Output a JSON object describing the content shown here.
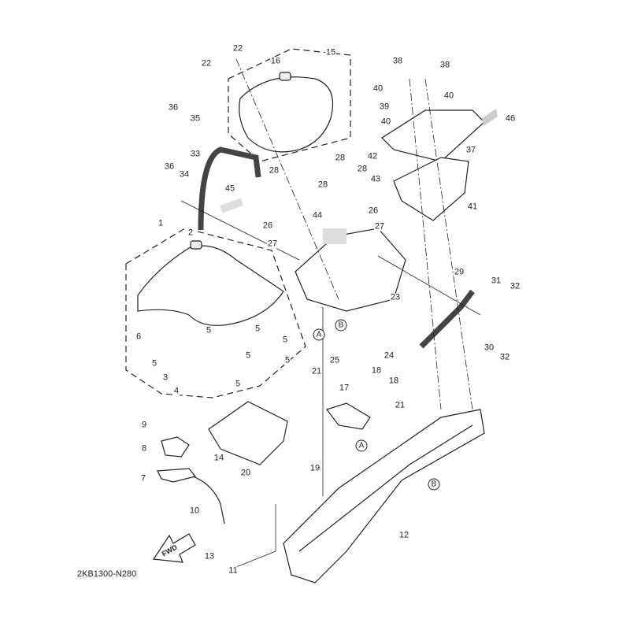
{
  "diagram_code": "2KB1300-N280",
  "fwd_label": "FWD",
  "callouts": [
    "22",
    "22",
    "16",
    "15",
    "38",
    "38",
    "40",
    "40",
    "39",
    "40",
    "46",
    "36",
    "35",
    "33",
    "36",
    "34",
    "37",
    "42",
    "43",
    "28",
    "28",
    "28",
    "28",
    "45",
    "44",
    "41",
    "26",
    "27",
    "26",
    "27",
    "1",
    "2",
    "29",
    "31",
    "32",
    "23",
    "6",
    "5",
    "5",
    "5",
    "5",
    "5",
    "5",
    "5",
    "3",
    "4",
    "24",
    "30",
    "32",
    "25",
    "18",
    "18",
    "21",
    "17",
    "21",
    "9",
    "8",
    "7",
    "14",
    "20",
    "19",
    "10",
    "12",
    "13",
    "11"
  ],
  "reference_marks": [
    "A",
    "B",
    "A",
    "B"
  ]
}
